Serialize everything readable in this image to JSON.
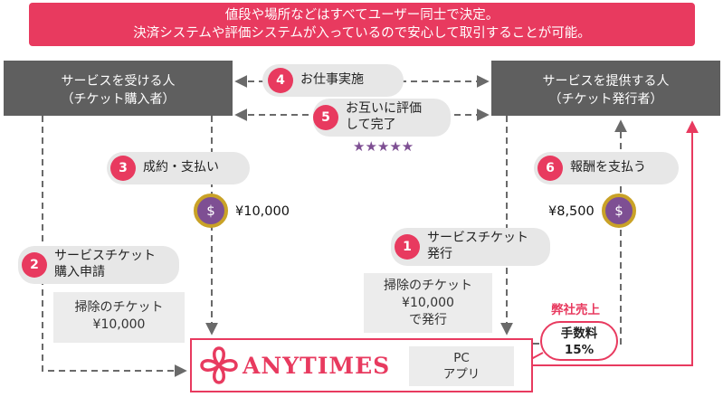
{
  "banner": {
    "line1": "値段や場所などはすべてユーザー同士で決定。",
    "line2": "決済システムや評価システムが入っているので安心して取引することが可能。"
  },
  "actors": {
    "buyer": {
      "line1": "サービスを受ける人",
      "line2": "（チケット購入者）"
    },
    "seller": {
      "line1": "サービスを提供する人",
      "line2": "（チケット発行者）"
    }
  },
  "steps": [
    {
      "num": "1",
      "line1": "サービスチケット",
      "line2": "発行"
    },
    {
      "num": "2",
      "line1": "サービスチケット",
      "line2": "購入申請"
    },
    {
      "num": "3",
      "line1": "成約・支払い",
      "line2": ""
    },
    {
      "num": "4",
      "line1": "お仕事実施",
      "line2": ""
    },
    {
      "num": "5",
      "line1": "お互いに評価",
      "line2": "して完了"
    },
    {
      "num": "6",
      "line1": "報酬を支払う",
      "line2": ""
    }
  ],
  "rating_stars": "★★★★★",
  "payments": {
    "coin_symbol": "$",
    "buyer_amount": "¥10,000",
    "seller_amount": "¥8,500"
  },
  "tickets": {
    "buyer": {
      "line1": "掃除のチケット",
      "line2": "¥10,000"
    },
    "seller": {
      "line1": "掃除のチケット",
      "line2": "¥10,000",
      "line3": "で発行"
    }
  },
  "platform": {
    "brand": "ANYTIMES",
    "app_line1": "PC",
    "app_line2": "アプリ",
    "revenue_label": "弊社売上",
    "fee_line1": "手数料",
    "fee_line2": "15%"
  },
  "colors": {
    "accent": "#e83a5f",
    "actor_bg": "#5f5f5f",
    "coin": "#7e4f93",
    "coin_ring": "#c9a227"
  }
}
